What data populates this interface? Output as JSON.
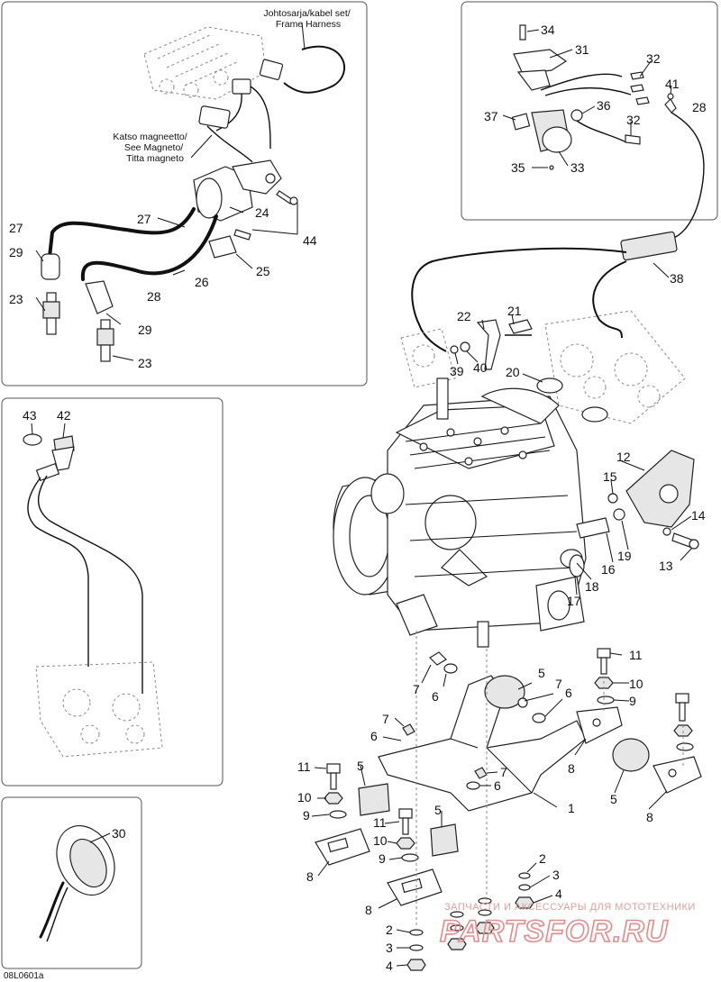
{
  "diagram_code": "08L0601a",
  "harness_note": "Johtosarja/kabel set/\nFrame Harness",
  "magneto_note": "Katso magneetto/\nSee Magneto/\nTitta magneto",
  "watermark_top": "ЗАПЧАСТИ И АКСЕССУАРЫ ДЛЯ МОТОТЕХНИКИ",
  "watermark_logo": "PARTSFOR.RU",
  "callouts": {
    "c1": "1",
    "c2a": "2",
    "c2b": "2",
    "c3a": "3",
    "c3b": "3",
    "c4a": "4",
    "c4b": "4",
    "c5a": "5",
    "c5b": "5",
    "c5c": "5",
    "c5d": "5",
    "c6a": "6",
    "c6b": "6",
    "c6c": "6",
    "c7a": "7",
    "c7b": "7",
    "c7c": "7",
    "c7d": "7",
    "c8a": "8",
    "c8b": "8",
    "c8c": "8",
    "c8d": "8",
    "c9a": "9",
    "c9b": "9",
    "c9c": "9",
    "c10a": "10",
    "c10b": "10",
    "c10c": "10",
    "c11a": "11",
    "c11b": "11",
    "c11c": "11",
    "c12": "12",
    "c13": "13",
    "c14": "14",
    "c15": "15",
    "c16": "16",
    "c17": "17",
    "c18": "18",
    "c19": "19",
    "c20": "20",
    "c21": "21",
    "c22": "22",
    "c23a": "23",
    "c23b": "23",
    "c24": "24",
    "c25": "25",
    "c26": "26",
    "c27a": "27",
    "c27b": "27",
    "c28a": "28",
    "c28b": "28",
    "c29a": "29",
    "c29b": "29",
    "c30": "30",
    "c31": "31",
    "c32a": "32",
    "c32b": "32",
    "c33": "33",
    "c34": "34",
    "c35": "35",
    "c36": "36",
    "c37": "37",
    "c38": "38",
    "c39": "39",
    "c40": "40",
    "c41": "41",
    "c42": "42",
    "c43": "43",
    "c44": "44"
  }
}
